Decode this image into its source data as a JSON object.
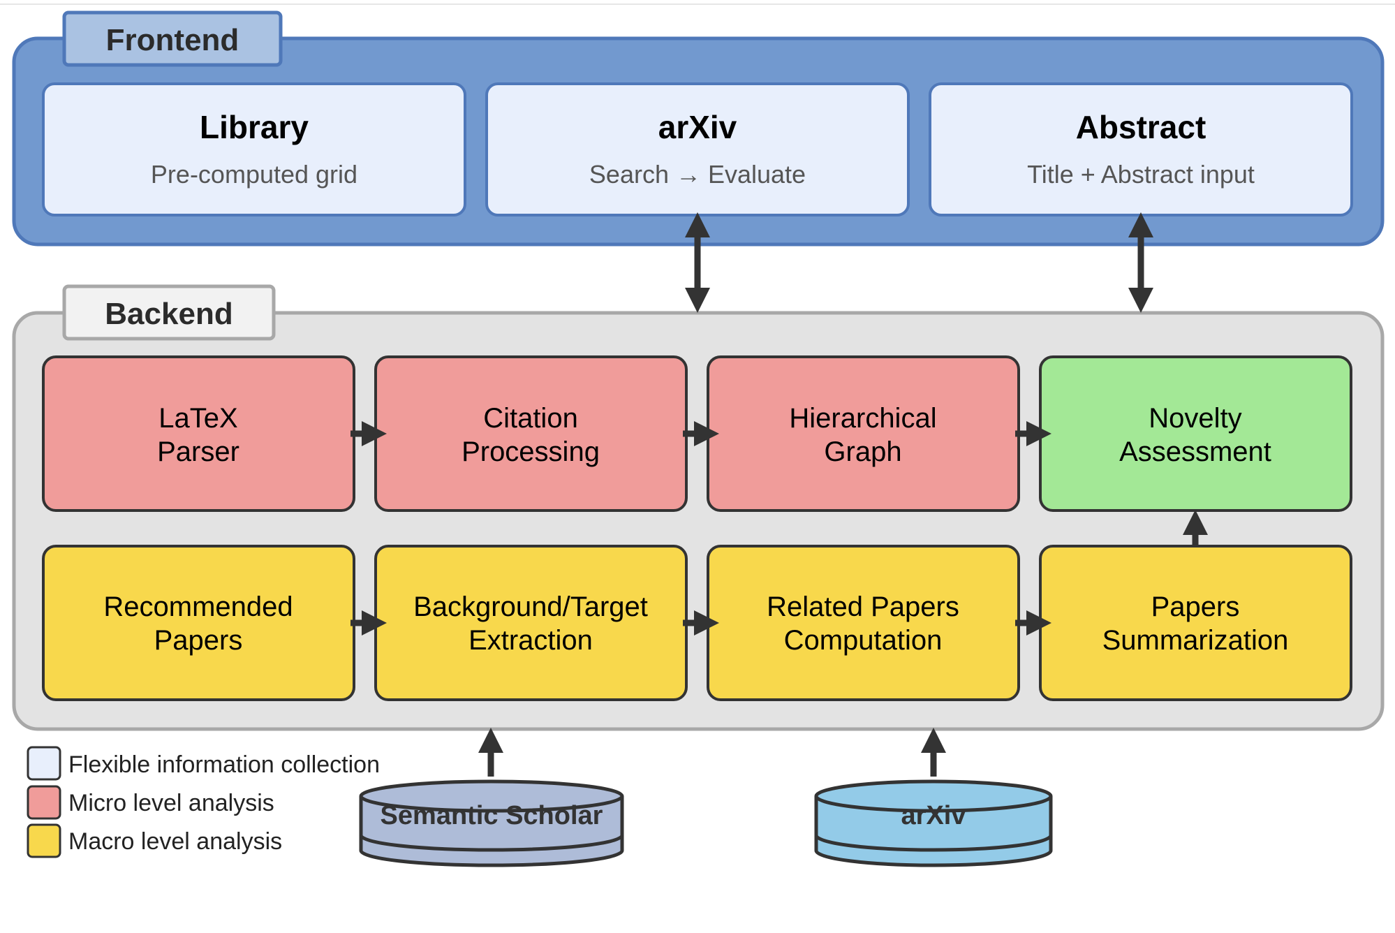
{
  "frontend": {
    "title": "Frontend",
    "panels": [
      {
        "title": "Library",
        "subtitle": "Pre-computed grid"
      },
      {
        "title": "arXiv",
        "subtitle": "Search → Evaluate"
      },
      {
        "title": "Abstract",
        "subtitle": "Title + Abstract input"
      }
    ]
  },
  "backend": {
    "title": "Backend",
    "micro_row": [
      {
        "line1": "LaTeX",
        "line2": "Parser"
      },
      {
        "line1": "Citation",
        "line2": "Processing"
      },
      {
        "line1": "Hierarchical",
        "line2": "Graph"
      },
      {
        "line1": "Novelty",
        "line2": "Assessment"
      }
    ],
    "macro_row": [
      {
        "line1": "Recommended",
        "line2": "Papers"
      },
      {
        "line1": "Background/Target",
        "line2": "Extraction"
      },
      {
        "line1": "Related Papers",
        "line2": "Computation"
      },
      {
        "line1": "Papers",
        "line2": "Summarization"
      }
    ]
  },
  "sources": [
    {
      "label": "Semantic Scholar",
      "color": "#aebcd8"
    },
    {
      "label": "arXiv",
      "color": "#93cbe8"
    }
  ],
  "legend": [
    {
      "label": "Flexible information collection",
      "color": "#e8effc"
    },
    {
      "label": "Micro level analysis",
      "color": "#f09c9a"
    },
    {
      "label": "Macro level analysis",
      "color": "#f8d84c"
    }
  ],
  "colors": {
    "frontend_bg": "#7299cf",
    "frontend_border": "#4f78b9",
    "frontend_panel": "#e8effc",
    "backend_bg": "#e3e3e3",
    "micro": "#f09c9a",
    "macro": "#f8d84c",
    "novelty": "#a3e896",
    "arrow": "#333333"
  }
}
